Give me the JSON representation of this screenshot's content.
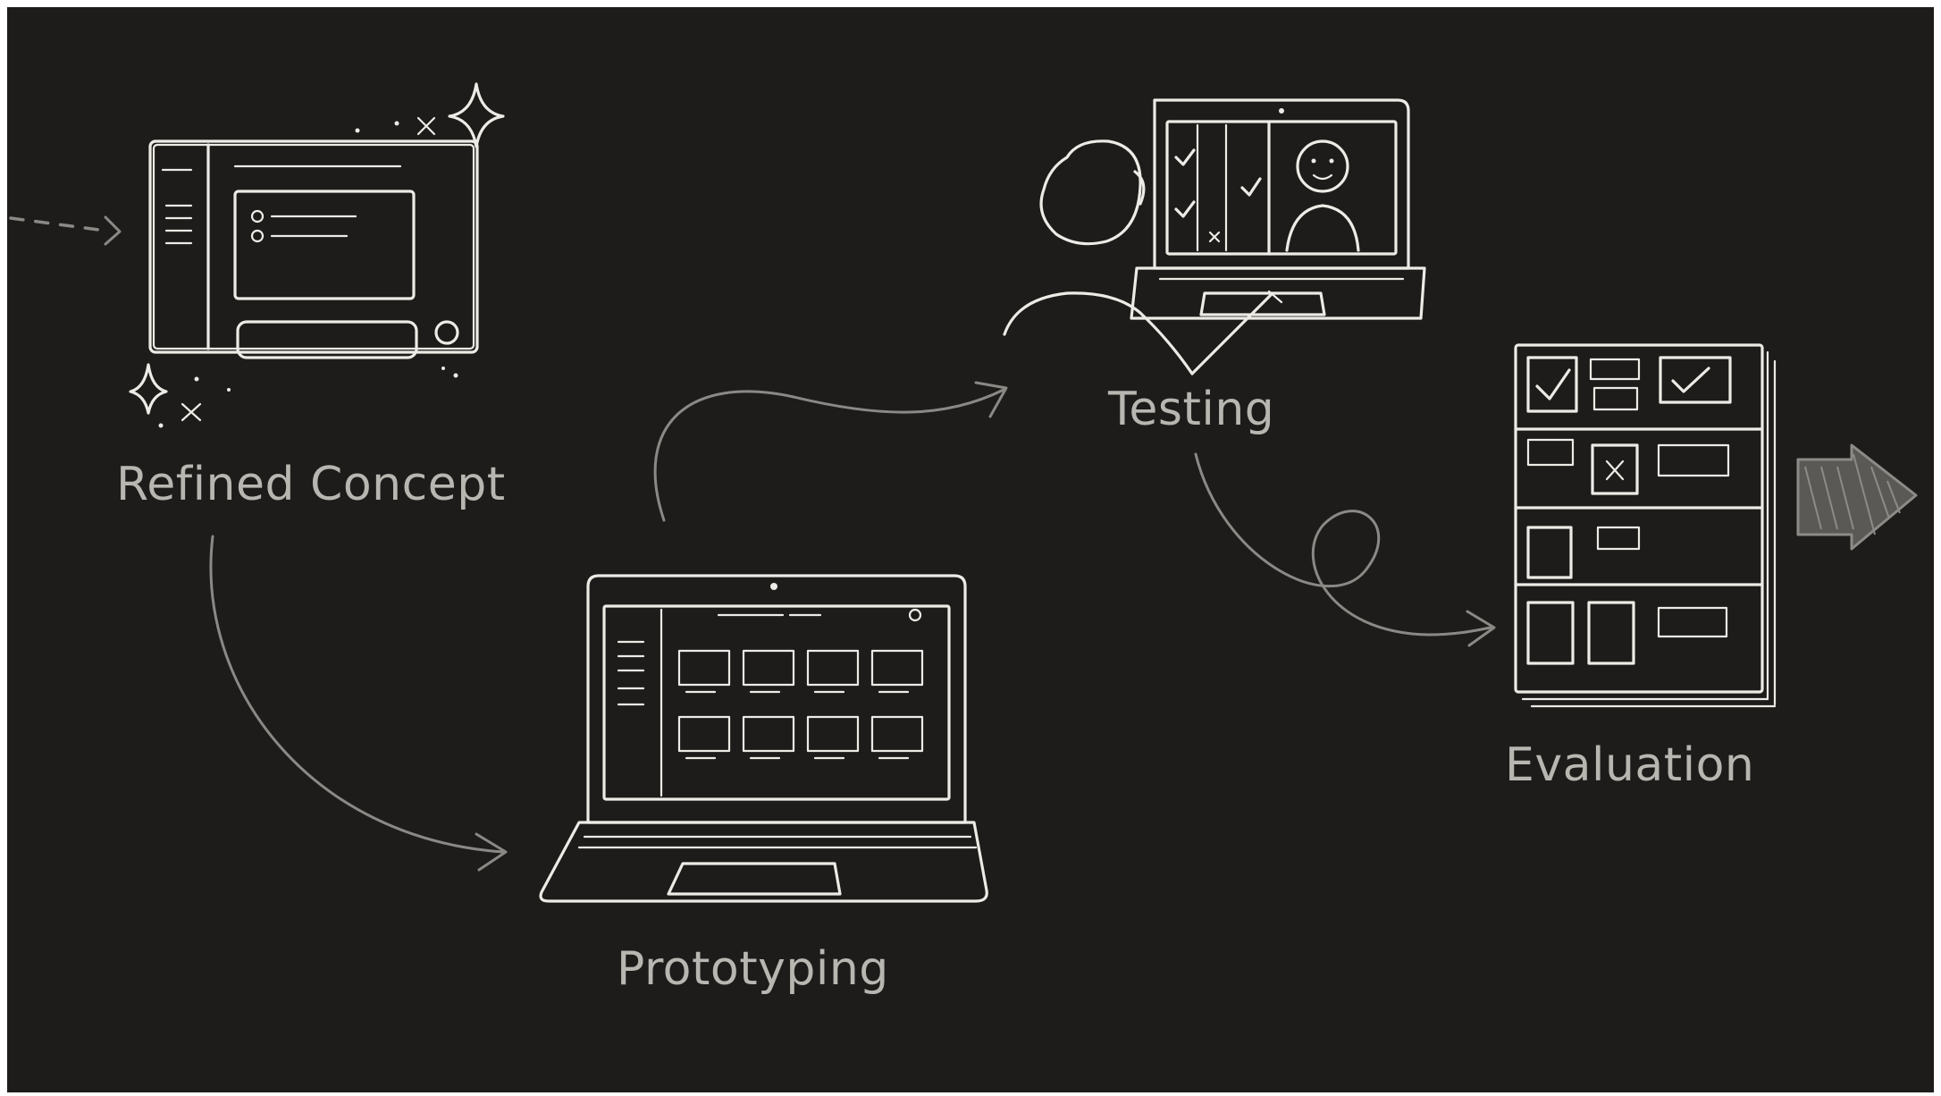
{
  "stages": [
    {
      "id": "refined-concept",
      "label": "Refined Concept",
      "icon": "sparkle-window-icon"
    },
    {
      "id": "prototyping",
      "label": "Prototyping",
      "icon": "laptop-grid-icon"
    },
    {
      "id": "testing",
      "label": "Testing",
      "icon": "user-testing-laptop-icon"
    },
    {
      "id": "evaluation",
      "label": "Evaluation",
      "icon": "checklist-document-icon"
    }
  ],
  "colors": {
    "background": "#1d1c1a",
    "sketch": "#ecebe6",
    "label": "#b7b6b1",
    "flow": "#8a8985"
  }
}
